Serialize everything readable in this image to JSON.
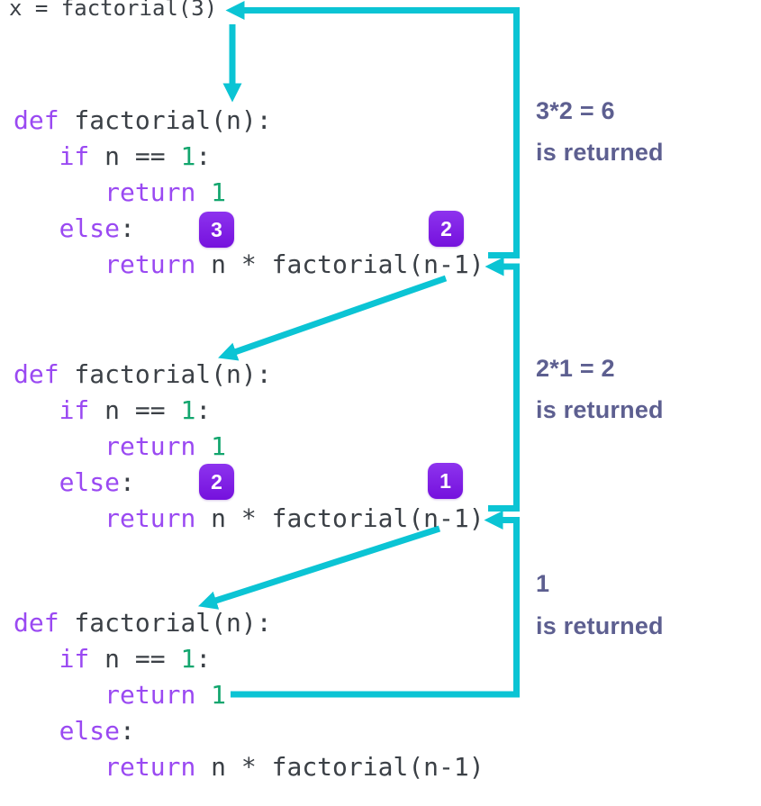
{
  "colors": {
    "background": "#ffffff",
    "keyword": "#9a49f2",
    "plain": "#3b4046",
    "number": "#13a66e",
    "arrow": "#0bc4d4",
    "annotation": "#5d5f90",
    "badge_top": "#8d33ee",
    "badge_bottom": "#7511dd",
    "badge_text": "#ffffff"
  },
  "call_line": {
    "tokens": [
      {
        "c": "pl",
        "t": "x = factorial(3)"
      }
    ]
  },
  "code_block_lines": [
    [
      {
        "c": "kw",
        "t": "def"
      },
      {
        "c": "pl",
        "t": " factorial(n):"
      }
    ],
    [
      {
        "c": "pl",
        "t": "   "
      },
      {
        "c": "kw",
        "t": "if"
      },
      {
        "c": "pl",
        "t": " n == "
      },
      {
        "c": "num",
        "t": "1"
      },
      {
        "c": "pl",
        "t": ":"
      }
    ],
    [
      {
        "c": "pl",
        "t": "      "
      },
      {
        "c": "kw",
        "t": "return"
      },
      {
        "c": "pl",
        "t": " "
      },
      {
        "c": "num",
        "t": "1"
      }
    ],
    [
      {
        "c": "pl",
        "t": "   "
      },
      {
        "c": "kw",
        "t": "else"
      },
      {
        "c": "pl",
        "t": ":"
      }
    ],
    [
      {
        "c": "pl",
        "t": "      "
      },
      {
        "c": "kw",
        "t": "return"
      },
      {
        "c": "pl",
        "t": " n * factorial(n-1)"
      }
    ]
  ],
  "badges": [
    {
      "label": "3"
    },
    {
      "label": "2"
    },
    {
      "label": "2"
    },
    {
      "label": "1"
    }
  ],
  "annotations": [
    {
      "result": "3*2 = 6",
      "caption": "is returned"
    },
    {
      "result": "2*1 = 2",
      "caption": "is returned"
    },
    {
      "result": "1",
      "caption": "is returned"
    }
  ]
}
